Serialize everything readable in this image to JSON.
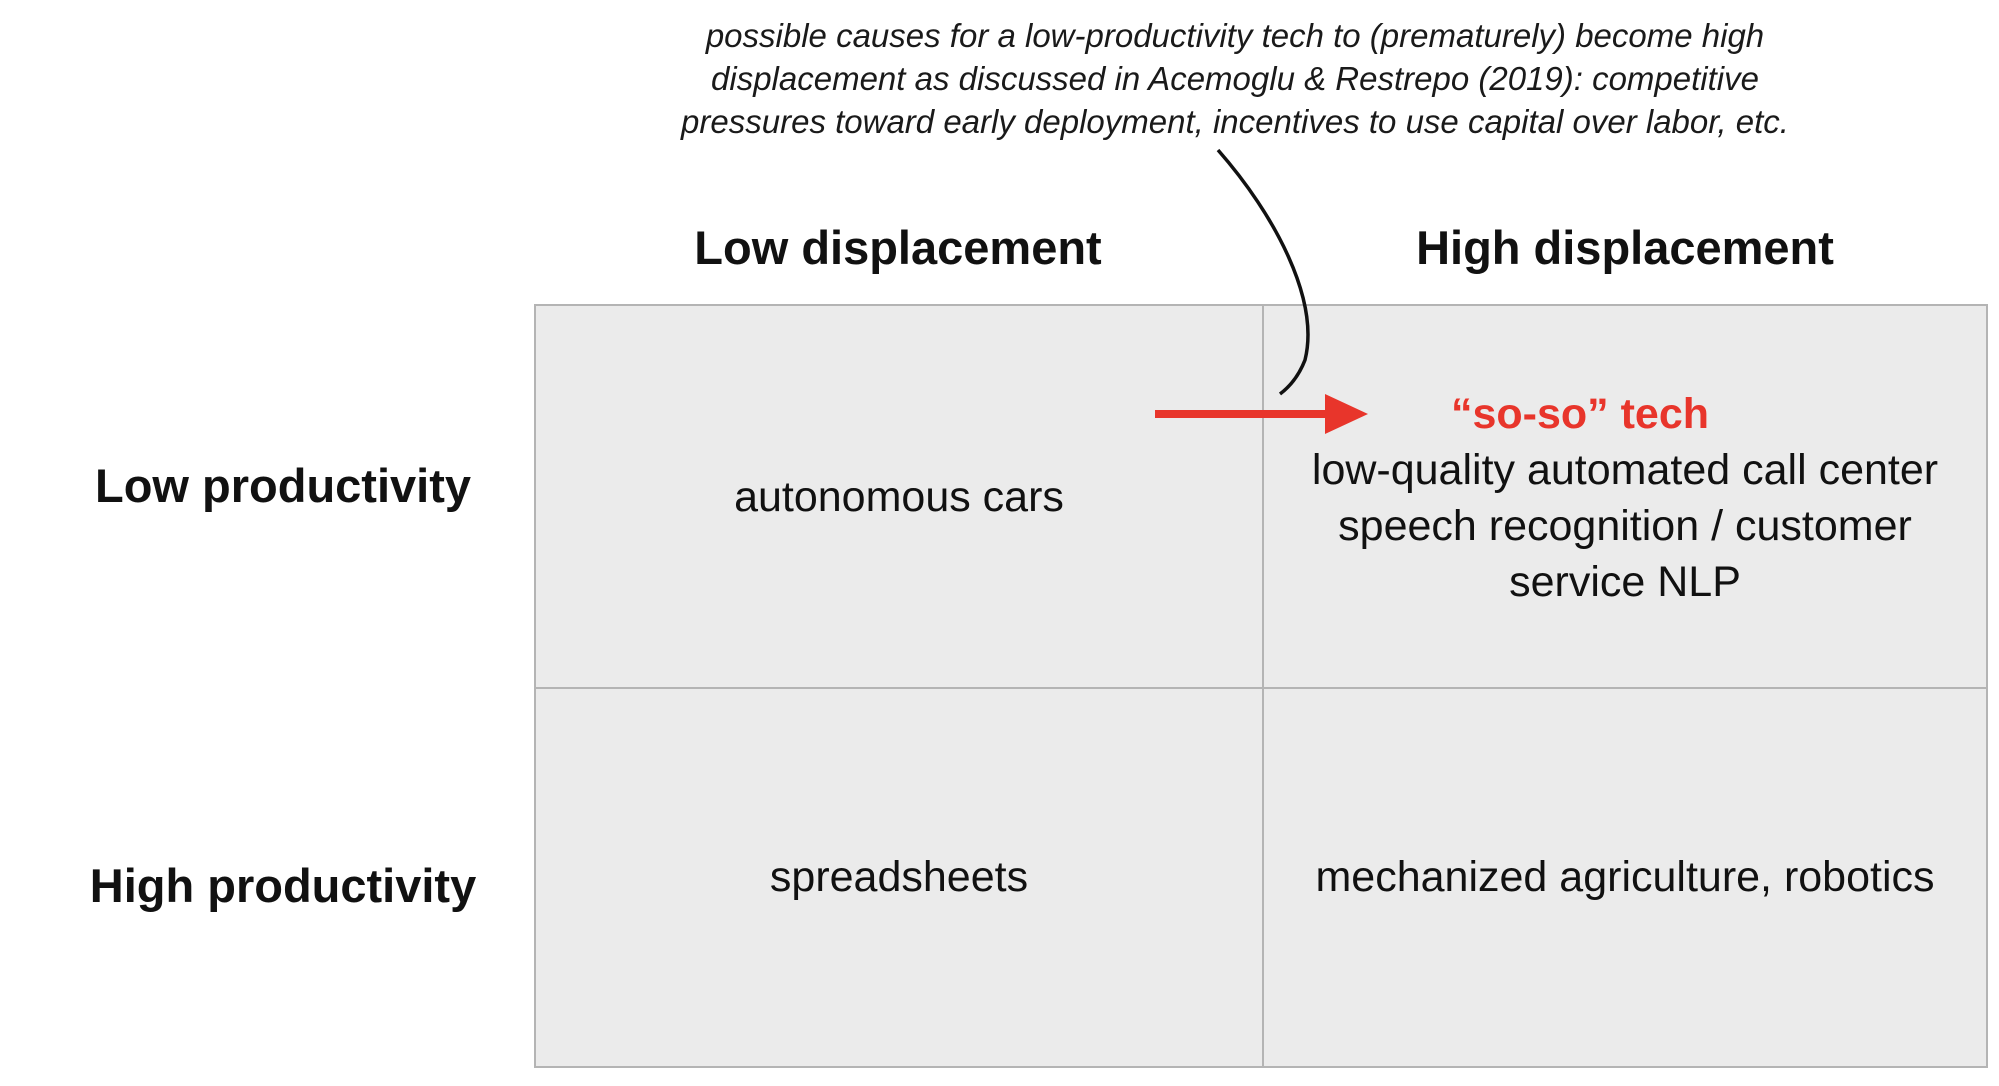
{
  "annotation": {
    "line1": "possible causes for a low-productivity tech to (prematurely) become high",
    "line2": "displacement as discussed in Acemoglu & Restrepo (2019): competitive",
    "line3": "pressures toward early deployment, incentives to use capital over labor, etc."
  },
  "columns": {
    "low": "Low displacement",
    "high": "High displacement"
  },
  "rows": {
    "low": "Low productivity",
    "high": "High productivity"
  },
  "cells": {
    "low_prod_low_disp": "autonomous cars",
    "low_prod_high_disp": {
      "highlight": "“so-so” tech",
      "line1": "low-quality automated call center",
      "line2": "speech recognition / customer",
      "line3": "service NLP"
    },
    "high_prod_low_disp": "spreadsheets",
    "high_prod_high_disp": "mechanized agriculture, robotics"
  },
  "colors": {
    "highlight": "#e8352b",
    "cell_background": "#ebebeb",
    "grid_line": "#b4b4b4"
  }
}
